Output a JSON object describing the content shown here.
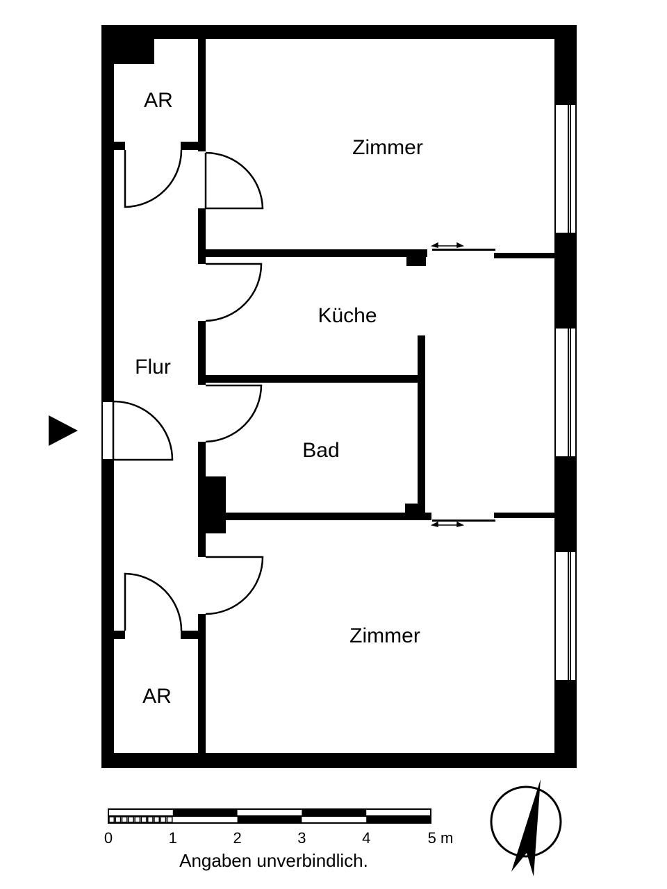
{
  "title": "Wohnungsgrundriss",
  "colors": {
    "wall": "#000000",
    "background": "#ffffff",
    "line": "#000000"
  },
  "rooms": [
    {
      "id": "ar-top",
      "label": "AR"
    },
    {
      "id": "zimmer-top",
      "label": "Zimmer"
    },
    {
      "id": "kueche",
      "label": "Küche"
    },
    {
      "id": "flur",
      "label": "Flur"
    },
    {
      "id": "bad",
      "label": "Bad"
    },
    {
      "id": "zimmer-bottom",
      "label": "Zimmer"
    },
    {
      "id": "ar-bottom",
      "label": "AR"
    }
  ],
  "entrance": {
    "icon": "entrance-arrow-icon"
  },
  "windows": {
    "count": 3,
    "side": "east"
  },
  "sliding_doors": {
    "count": 2,
    "icon": "double-arrow-icon"
  },
  "scale_bar": {
    "unit": "m",
    "ticks": [
      "0",
      "1",
      "2",
      "3",
      "4",
      "5 m"
    ],
    "max_meters": 5,
    "first_segment_subdivisions": 10
  },
  "disclaimer": "Angaben unverbindlich.",
  "north_arrow": {
    "icon": "north-arrow-icon",
    "heading_degrees": 12
  }
}
